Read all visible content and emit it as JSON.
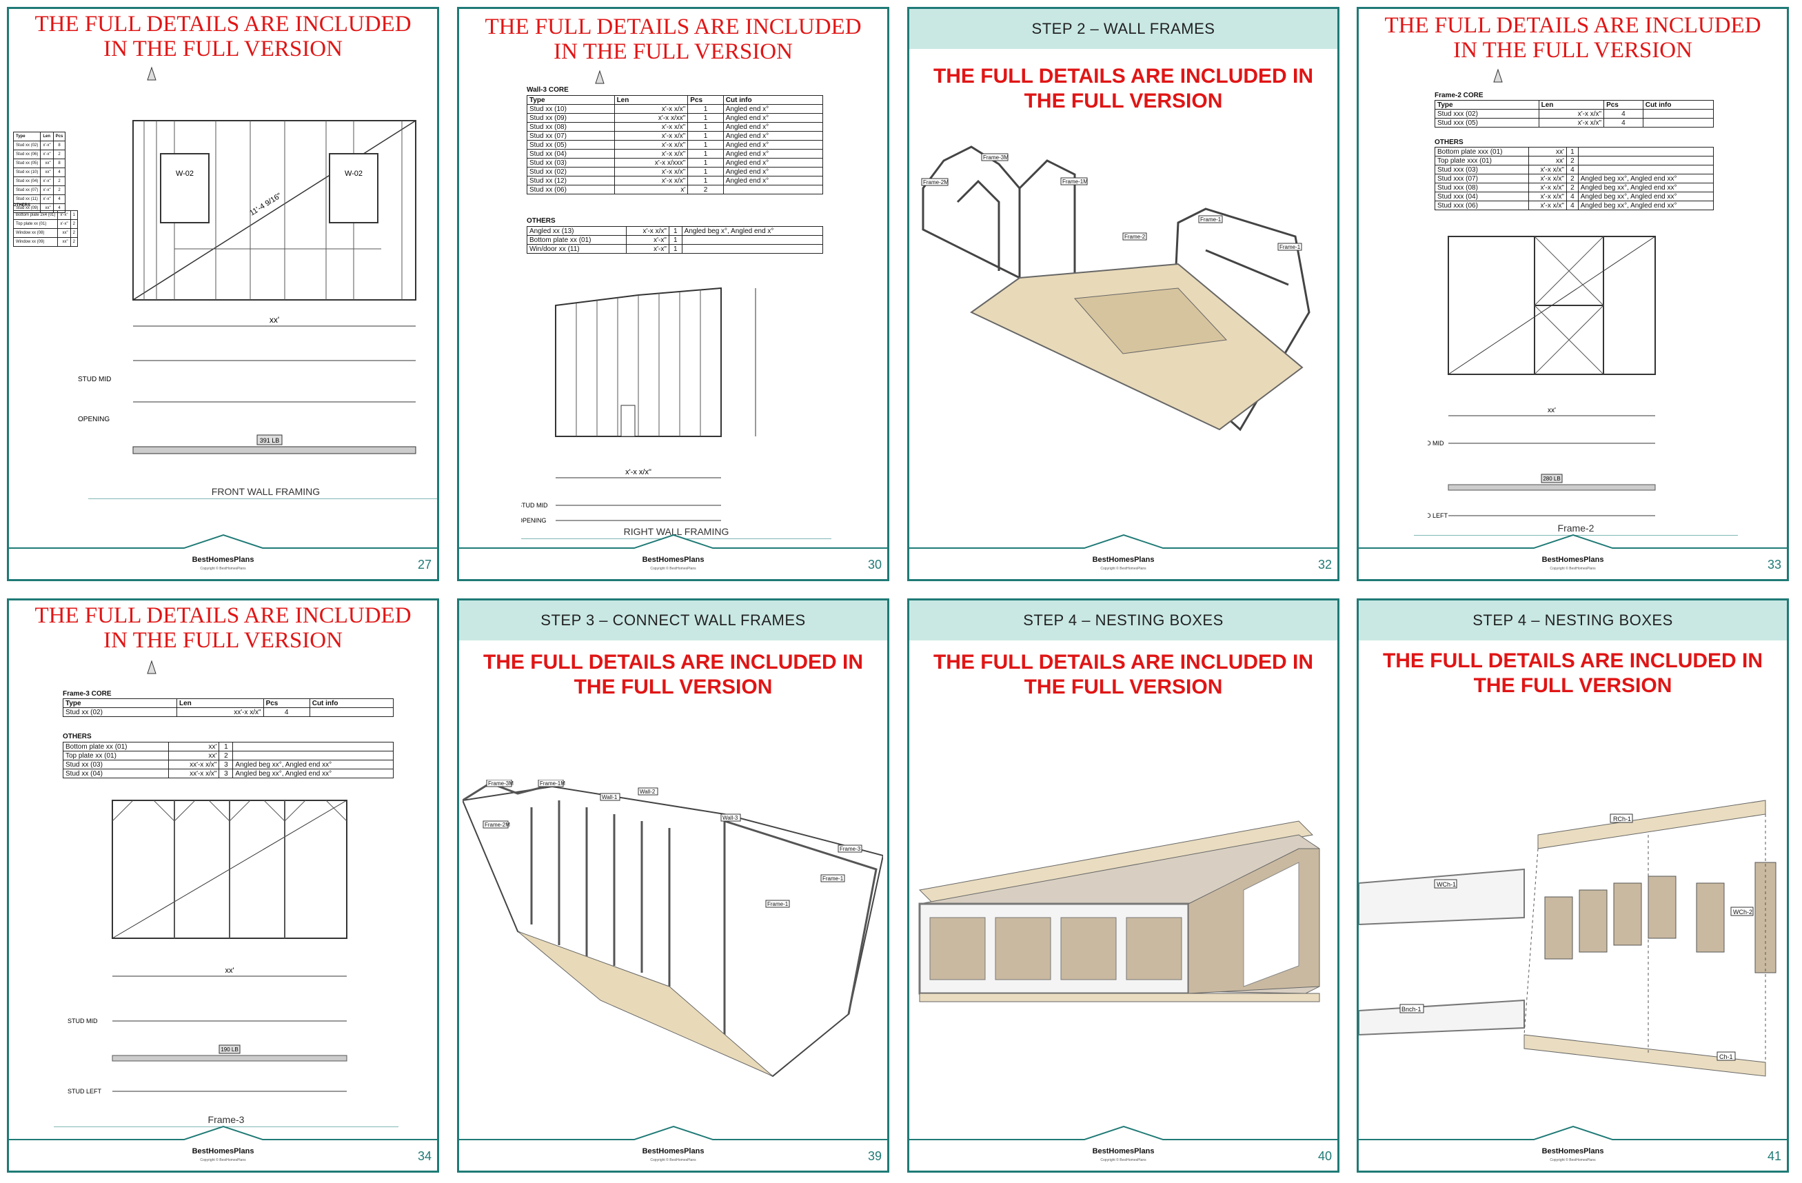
{
  "brand": "BestHomesPlans",
  "copyright": "Copyright © BestHomesPlans",
  "notice": "THE FULL DETAILS ARE INCLUDED IN THE FULL VERSION",
  "pages": [
    {
      "num": "27",
      "caption": "FRONT WALL FRAMING",
      "opening": "OPENING",
      "stud_mid": "STUD MID",
      "window_label": "W-02",
      "dim_diag": "11'-4 9/16\"",
      "dim_xx": "xx'",
      "weight": "391 LB",
      "others_title": "OTHERS",
      "table_head": [
        "Type",
        "Len",
        "Pcs"
      ],
      "rows": [
        [
          "Stud xx (02)",
          "x'-x\"",
          "8"
        ],
        [
          "Stud xx (06)",
          "x'-x\"",
          "2"
        ],
        [
          "Stud xx (05)",
          "xx\"",
          "8"
        ],
        [
          "Stud xx (10)",
          "xx\"",
          "4"
        ],
        [
          "Stud xx (04)",
          "x'-x\"",
          "2"
        ],
        [
          "Stud xx (07)",
          "x'-x\"",
          "2"
        ],
        [
          "Stud xx (11)",
          "x'-x\"",
          "4"
        ],
        [
          "Stud xx (09)",
          "xx\"",
          "4"
        ]
      ],
      "others": [
        [
          "Bottom plate 2x4 (01)",
          "x'-x\"",
          "1"
        ],
        [
          "Top plate xx (01)",
          "x'-x\"",
          "2"
        ],
        [
          "Window xx (08)",
          "xx\"",
          "2"
        ],
        [
          "Window xx (09)",
          "xx\"",
          "2"
        ]
      ]
    },
    {
      "num": "30",
      "caption": "RIGHT WALL FRAMING",
      "core_title": "Wall-3 CORE",
      "others_title": "OTHERS",
      "stud_mid": "STUD MID",
      "opening": "OPENING",
      "dim_bottom": "x'-x x/x\"",
      "table_head": [
        "Type",
        "Len",
        "Pcs",
        "Cut info"
      ],
      "rows": [
        [
          "Stud xx (10)",
          "x'-x x/x\"",
          "1",
          "Angled end x°"
        ],
        [
          "Stud xx (09)",
          "x'-x x/xx\"",
          "1",
          "Angled end x°"
        ],
        [
          "Stud xx (08)",
          "x'-x x/x\"",
          "1",
          "Angled end x°"
        ],
        [
          "Stud xx (07)",
          "x'-x x/x\"",
          "1",
          "Angled end x°"
        ],
        [
          "Stud xx (05)",
          "x'-x x/x\"",
          "1",
          "Angled end x°"
        ],
        [
          "Stud xx (04)",
          "x'-x x/x\"",
          "1",
          "Angled end x°"
        ],
        [
          "Stud xx (03)",
          "x'-x x/xxx\"",
          "1",
          "Angled end x°"
        ],
        [
          "Stud xx (02)",
          "x'-x x/x\"",
          "1",
          "Angled end x°"
        ],
        [
          "Stud xx (12)",
          "x'-x x/x\"",
          "1",
          "Angled end x°"
        ],
        [
          "Stud xx (06)",
          "x'",
          "2",
          ""
        ]
      ],
      "others": [
        [
          "Angled xx (13)",
          "x'-x x/x\"",
          "1",
          "Angled beg x°, Angled end x°"
        ],
        [
          "Bottom plate xx (01)",
          "x'-x\"",
          "1",
          ""
        ],
        [
          "Win/door xx (11)",
          "x'-x\"",
          "1",
          ""
        ]
      ]
    },
    {
      "num": "32",
      "step": "STEP 2 – WALL FRAMES",
      "labels": [
        "Frame-3M",
        "Frame-2M",
        "Frame-1M",
        "Frame-2",
        "Frame-1",
        "Frame-1"
      ]
    },
    {
      "num": "33",
      "caption": "Frame-2",
      "core_title": "Frame-2 CORE",
      "others_title": "OTHERS",
      "stud_mid": "STUD MID",
      "stud_left": "STUD LEFT",
      "dim_xx": "xx'",
      "weight": "280 LB",
      "table_head": [
        "Type",
        "Len",
        "Pcs",
        "Cut info"
      ],
      "rows": [
        [
          "Stud xxx (02)",
          "x'-x x/x\"",
          "4",
          ""
        ],
        [
          "Stud xxx (05)",
          "x'-x x/x\"",
          "4",
          ""
        ]
      ],
      "others": [
        [
          "Bottom plate xxx (01)",
          "xx'",
          "1",
          ""
        ],
        [
          "Top plate xxx (01)",
          "xx'",
          "2",
          ""
        ],
        [
          "Stud xxx (03)",
          "x'-x x/x\"",
          "4",
          ""
        ],
        [
          "Stud xxx (07)",
          "x'-x x/x\"",
          "2",
          "Angled beg xx°, Angled end xx°"
        ],
        [
          "Stud xxx (08)",
          "x'-x x/x\"",
          "2",
          "Angled beg xx°, Angled end xx°"
        ],
        [
          "Stud xxx (04)",
          "x'-x x/x\"",
          "4",
          "Angled beg xx°, Angled end xx°"
        ],
        [
          "Stud xxx (06)",
          "x'-x x/x\"",
          "4",
          "Angled beg xx°, Angled end xx°"
        ]
      ]
    },
    {
      "num": "34",
      "caption": "Frame-3",
      "core_title": "Frame-3 CORE",
      "others_title": "OTHERS",
      "stud_mid": "STUD MID",
      "stud_left": "STUD LEFT",
      "dim_xx": "xx'",
      "weight": "190 LB",
      "table_head": [
        "Type",
        "Len",
        "Pcs",
        "Cut info"
      ],
      "rows": [
        [
          "Stud xx (02)",
          "xx'-x x/x\"",
          "4",
          ""
        ]
      ],
      "others": [
        [
          "Bottom plate xx (01)",
          "xx'",
          "1",
          ""
        ],
        [
          "Top plate xx (01)",
          "xx'",
          "2",
          ""
        ],
        [
          "Stud xx (03)",
          "xx'-x x/x\"",
          "3",
          "Angled beg xx°, Angled end xx°"
        ],
        [
          "Stud xx (04)",
          "xx'-x x/x\"",
          "3",
          "Angled beg xx°, Angled end xx°"
        ]
      ]
    },
    {
      "num": "39",
      "step": "STEP 3 – CONNECT WALL FRAMES",
      "labels": [
        "Frame-3M",
        "Frame-1M",
        "Frame-2M",
        "Wall-1",
        "Wall-2",
        "Wall-3",
        "Frame-3",
        "Frame-1",
        "Frame-1"
      ]
    },
    {
      "num": "40",
      "step": "STEP 4 – NESTING BOXES"
    },
    {
      "num": "41",
      "step": "STEP 4 – NESTING BOXES",
      "labels": [
        "RCh-1",
        "WCh-1",
        "WCh-2",
        "Bnch-1",
        "Ch-1"
      ]
    }
  ]
}
